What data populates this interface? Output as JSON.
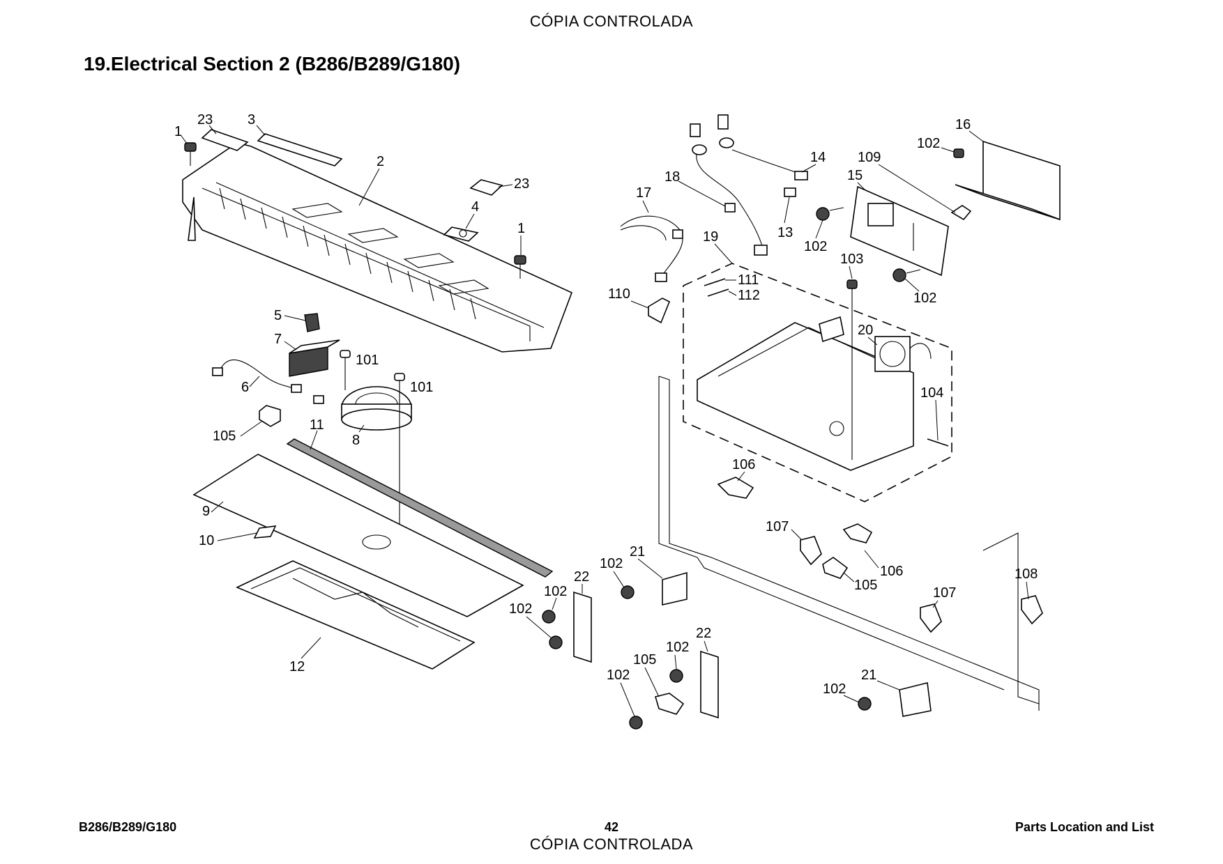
{
  "watermark": "CÓPIA CONTROLADA",
  "title": "19.Electrical Section 2 (B286/B289/G180)",
  "footer": {
    "model": "B286/B289/G180",
    "page": "42",
    "section": "Parts Location and List"
  },
  "callouts": {
    "c1a": "1",
    "c23a": "23",
    "c3": "3",
    "c2": "2",
    "c23b": "23",
    "c4": "4",
    "c1b": "1",
    "c5": "5",
    "c7": "7",
    "c101a": "101",
    "c101b": "101",
    "c6": "6",
    "c8": "8",
    "c105a": "105",
    "c11": "11",
    "c9": "9",
    "c10": "10",
    "c12": "12",
    "c102a": "102",
    "c22a": "22",
    "c102b": "102",
    "c102c": "102",
    "c21a": "21",
    "c17": "17",
    "c18": "18",
    "c19": "19",
    "c14": "14",
    "c13": "13",
    "c15": "15",
    "c102d": "102",
    "c109": "109",
    "c16": "16",
    "c102e": "102",
    "c102f": "102",
    "c103": "103",
    "c111": "111",
    "c112": "112",
    "c110": "110",
    "c20": "20",
    "c104": "104",
    "c106a": "106",
    "c107a": "107",
    "c106b": "106",
    "c105b": "105",
    "c107b": "107",
    "c108": "108",
    "c22b": "22",
    "c102g": "102",
    "c105c": "105",
    "c102h": "102",
    "c21b": "21",
    "c102i": "102"
  }
}
